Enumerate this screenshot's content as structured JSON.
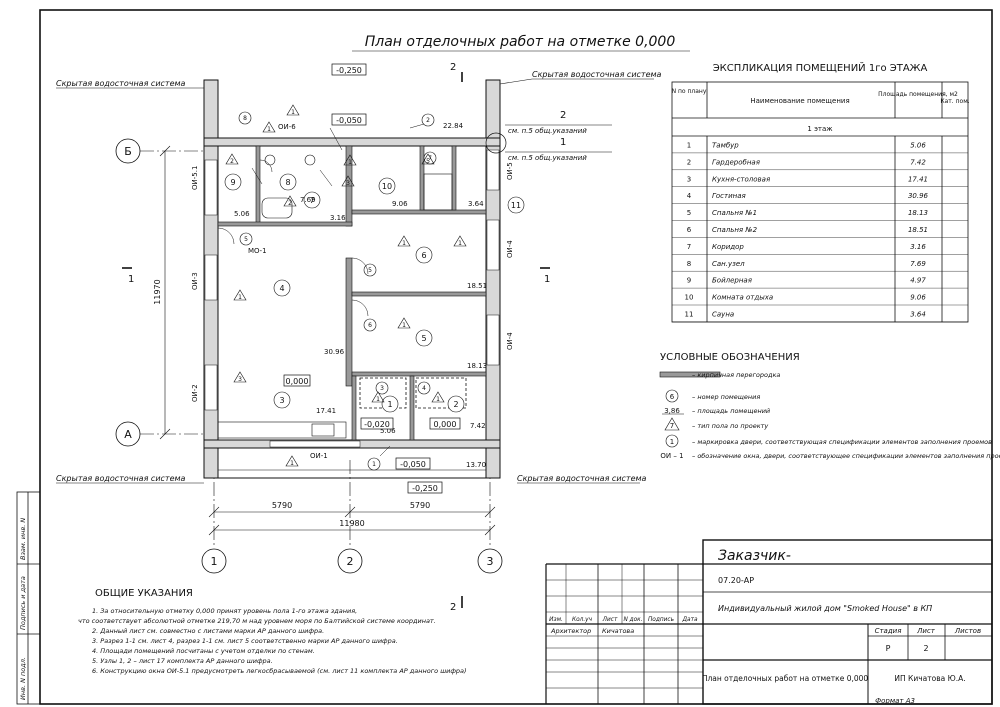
{
  "title": "План отделочных работ на отметке 0,000",
  "drain_label": "Скрытая водосточная система",
  "note_ref": "см. п.5 общ.указаний",
  "levels": {
    "minus250": "-0,250",
    "minus50": "-0,050",
    "minus20": "-0,020",
    "zero": "0,000"
  },
  "dims": {
    "axis_span": "5790",
    "total_w": "11980",
    "total_h": "11970"
  },
  "axes": {
    "a1": "1",
    "a2": "2",
    "a3": "3",
    "aA": "А",
    "aB": "Б"
  },
  "section_marks": {
    "s1": "1",
    "s2": "2"
  },
  "windows": {
    "oi1": "ОИ-1",
    "oi2": "ОИ-2",
    "oi3": "ОИ-3",
    "oi4": "ОИ-4",
    "oi5": "ОИ-5",
    "oi51": "ОИ-5.1",
    "oi6": "ОИ-6",
    "mo1": "МО-1"
  },
  "areas": {
    "a1": "5.06",
    "a2": "7.42",
    "a3": "17.41",
    "a4": "30.96",
    "a5": "18.13",
    "a6": "18.51",
    "a7": "3.16",
    "a8": "7.69",
    "a9": "5.06",
    "a10": "9.06",
    "a11": "3.64",
    "a12": "22.84",
    "a13": "13.70"
  },
  "explication": {
    "title": "ЭКСПЛИКАЦИЯ ПОМЕЩЕНИЙ 1го ЭТАЖА",
    "col_no": "N по плану",
    "col_name": "Наименование помещения",
    "col_area": "Площадь помещения, м2",
    "col_cat": "Кат. пом.",
    "floor": "1 этаж",
    "rows": [
      {
        "no": "1",
        "name": "Тамбур",
        "area": "5.06"
      },
      {
        "no": "2",
        "name": "Гардеробная",
        "area": "7.42"
      },
      {
        "no": "3",
        "name": "Кухня-столовая",
        "area": "17.41"
      },
      {
        "no": "4",
        "name": "Гостиная",
        "area": "30.96"
      },
      {
        "no": "5",
        "name": "Спальня №1",
        "area": "18.13"
      },
      {
        "no": "6",
        "name": "Спальня №2",
        "area": "18.51"
      },
      {
        "no": "7",
        "name": "Коридор",
        "area": "3.16"
      },
      {
        "no": "8",
        "name": "Сан.узел",
        "area": "7.69"
      },
      {
        "no": "9",
        "name": "Бойлерная",
        "area": "4.97"
      },
      {
        "no": "10",
        "name": "Комната отдыха",
        "area": "9.06"
      },
      {
        "no": "11",
        "name": "Сауна",
        "area": "3.64"
      }
    ]
  },
  "legend": {
    "title": "УСЛОВНЫЕ ОБОЗНАЧЕНИЯ",
    "items": [
      {
        "sym": "",
        "text": "– кирпичная перегородка"
      },
      {
        "sym": "6",
        "text": "– номер помещения"
      },
      {
        "sym": "3,86",
        "text": "– площадь помещений"
      },
      {
        "sym": "7",
        "text": "– тип пола по проекту"
      },
      {
        "sym": "1",
        "text": "– маркировка двери, соответствующая спецификации элементов заполнения проемов"
      },
      {
        "sym": "ОИ – 1",
        "text": "– обозначение окна, двери, соответствующее спецификации элементов заполнения проемов"
      }
    ]
  },
  "notes": {
    "title": "ОБЩИЕ УКАЗАНИЯ",
    "lines": [
      "1. За относительную отметку 0,000 принят уровень пола 1-го этажа здания,",
      "что соответствует абсолютной отметке 219,70 м над уровнем моря по Балтийской системе координат.",
      "2. Данный лист см. совместно с листами марки АР данного шифра.",
      "3. Разрез 1-1 см. лист 4, разрез 1-1 см. лист 5 соответственно марки АР данного шифра.",
      "4. Площади помещений посчитаны с учетом отделки по стенам.",
      "5. Узлы 1, 2 – лист 17 комплекта АР данного шифра.",
      "6. Конструкцию окна ОИ-5.1 предусмотреть легкосбрасываемой (см. лист 11 комплекта АР данного шифра)"
    ]
  },
  "side_stamp": {
    "f1": "Взам. инв. N",
    "f2": "Подпись и дата",
    "f3": "Инв. N подл."
  },
  "stamp": {
    "customer": "Заказчик-",
    "code": "07.20-АР",
    "project": "Индивидуальный жилой дом \"Smoked House\" в КП",
    "cols": [
      "Изм.",
      "Кол.уч",
      "Лист",
      "N док.",
      "Подпись",
      "Дата"
    ],
    "role": "Архитектор",
    "person": "Кичатова",
    "stage_h": "Стадия",
    "sheet_h": "Лист",
    "sheets_h": "Листов",
    "stage": "Р",
    "sheet": "2",
    "sheet_title": "План отделочных работ на отметке 0,000",
    "org": "ИП Кичатова Ю.А.",
    "format": "Формат А3"
  }
}
